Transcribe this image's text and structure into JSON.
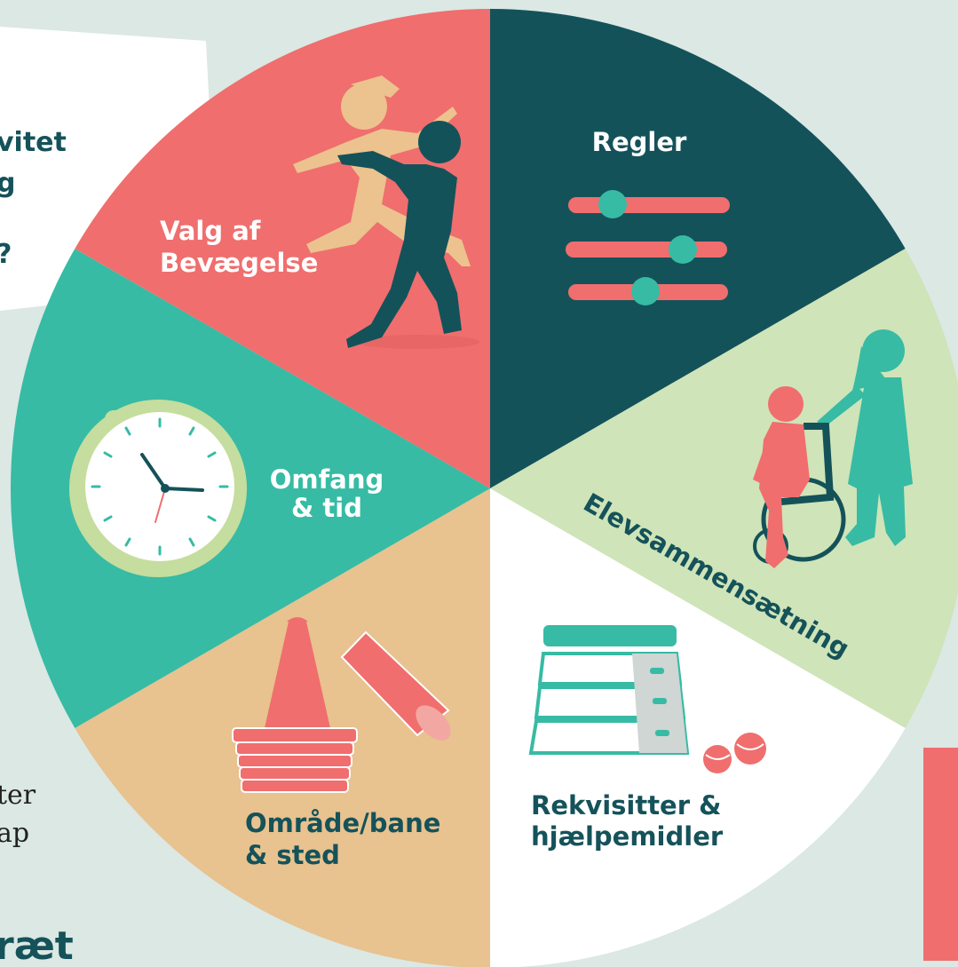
{
  "left_card": {
    "lines": [
      "vitet",
      "g",
      "?"
    ]
  },
  "left_lower_text": {
    "lines": [
      "ter",
      "ap"
    ]
  },
  "left_logo_text": "ræt",
  "wheel": {
    "segments": [
      {
        "key": "regler",
        "label_lines": [
          "Regler"
        ],
        "color": "#14525a",
        "text_color": "#ffffff"
      },
      {
        "key": "elevsammensaetning",
        "label_lines": [
          "Elevsammensætning"
        ],
        "color": "#cfe4b8",
        "text_color": "#15525a"
      },
      {
        "key": "rekvisitter",
        "label_lines": [
          "Rekvisitter  &",
          "hjælpemidler"
        ],
        "color": "#ffffff",
        "text_color": "#15525a"
      },
      {
        "key": "omraade",
        "label_lines": [
          "Område/bane",
          "& sted"
        ],
        "color": "#e8c28f",
        "text_color": "#15525a"
      },
      {
        "key": "omfang",
        "label_lines": [
          "Omfang",
          "& tid"
        ],
        "color": "#37bba4",
        "text_color": "#ffffff"
      },
      {
        "key": "valg",
        "label_lines": [
          "Valg af",
          "Bevægelse"
        ],
        "color": "#f06e6e",
        "text_color": "#ffffff"
      }
    ]
  },
  "colors": {
    "background": "#dbe8e4",
    "coral": "#f06e6e",
    "teal": "#37bba4",
    "dark_teal": "#14525a",
    "sand": "#e8c28f",
    "light_green": "#cfe4b8",
    "skin": "#ecc28e"
  },
  "icons": [
    "dancing-figures-icon",
    "sliders-icon",
    "wheelchair-people-icon",
    "vaulting-box-icon",
    "balls-icon",
    "cones-icon",
    "stopwatch-icon"
  ]
}
